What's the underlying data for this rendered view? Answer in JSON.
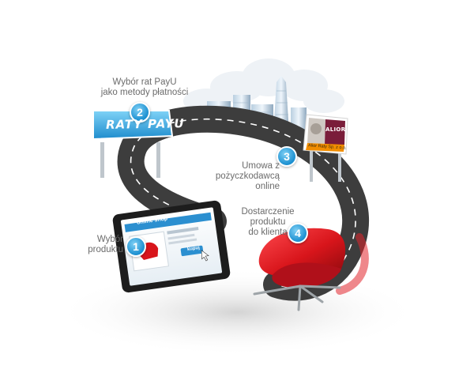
{
  "steps": [
    {
      "number": "1",
      "label": "Wybór\nproduktu"
    },
    {
      "number": "2",
      "label": "Wybór rat PayU\njako metody płatności"
    },
    {
      "number": "3",
      "label": "Umowa z pożyczkodawcą\nonline"
    },
    {
      "number": "4",
      "label": "Dostarczenie\nproduktu\ndo klienta"
    }
  ],
  "payu_sign": {
    "brand": "RATY PAYU"
  },
  "alior_sign": {
    "brand": "ALIOR",
    "caption": "Alior Raty Sp. z o.o."
  },
  "tablet": {
    "shop_title": "online shop",
    "buy_button": "kupuj"
  },
  "colors": {
    "accent_blue": "#1b8fd0",
    "road": "#3d3d3d",
    "chair_red": "#d8151b",
    "alior_maroon": "#7a1d3a",
    "alior_orange": "#f18d00"
  }
}
